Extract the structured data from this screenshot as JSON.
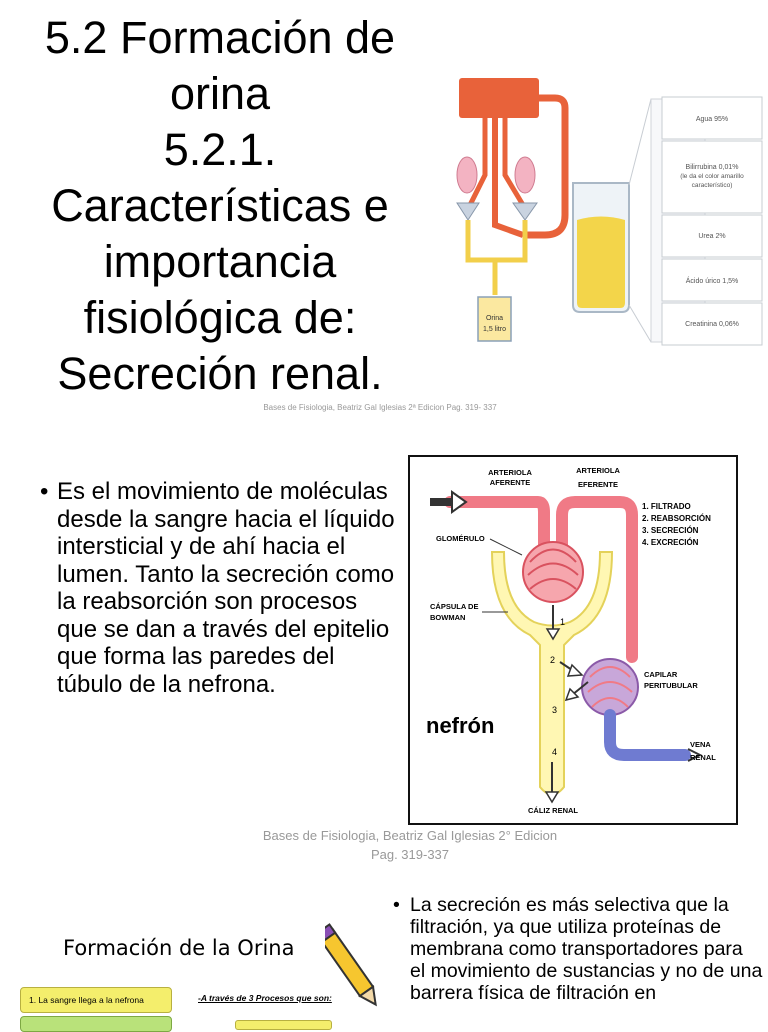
{
  "slide1": {
    "title_lines": [
      "5.2 Formación de",
      "orina",
      "5.2.1.",
      "Características e",
      "importancia",
      "fisiológica de:",
      "Secreción renal."
    ],
    "citation": "Bases de Fisiologia, Beatriz Gal Iglesias 2ª Edicion Pag. 319- 337",
    "diagram_labels": {
      "agua": "Agua 95%",
      "bilirrubina_1": "Bilirrubina 0,01%",
      "bilirrubina_2": "(le da el color amarillo",
      "bilirrubina_3": "característico)",
      "urea": "Urea 2%",
      "acido": "Ácido úrico 1,5%",
      "creatinina": "Creatinina 0,06%",
      "orina_1": "Orina",
      "orina_2": "1,5 litro"
    }
  },
  "slide2": {
    "bullet_symbol": "•",
    "bullet_text": "Es el movimiento de moléculas desde la sangre hacia el líquido intersticial y de ahí hacia el lumen. Tanto la secreción como la reabsorción son procesos que se dan a través del epitelio que forma las paredes del túbulo de la nefrona.",
    "citation": "Bases de Fisiologia, Beatriz Gal Iglesias 2° Edicion Pag. 319-337",
    "diagram": {
      "arteriola_aferente_1": "ARTERIOLA",
      "arteriola_aferente_2": "AFERENTE",
      "arteriola_eferente_1": "ARTERIOLA",
      "arteriola_eferente_2": "EFERENTE",
      "glomerulo": "GLOMÉRULO",
      "capsula_1": "CÁPSULA DE",
      "capsula_2": "BOWMAN",
      "capilar_1": "CAPILAR",
      "capilar_2": "PERITUBULAR",
      "vena_1": "VENA",
      "vena_2": "RENAL",
      "caliz": "CÁLIZ RENAL",
      "nefron": "nefrón",
      "steps": [
        "1. FILTRADO",
        "2. REABSORCIÓN",
        "3. SECRECIÓN",
        "4. EXCRECIÓN"
      ],
      "arrow_numbers": [
        "1",
        "2",
        "3",
        "4"
      ]
    }
  },
  "slide3": {
    "heading": "Formación de la Orina",
    "step_box": "1. La sangre llega a la nefrona",
    "process_text": "-A través de 3 Procesos que son:",
    "bullet_symbol": "•",
    "bullet_text": "La secreción es más selectiva que la filtración, ya que utiliza proteínas de membrana como transportadores para el movimiento de sustancias y no de una barrera física de filtración en"
  }
}
